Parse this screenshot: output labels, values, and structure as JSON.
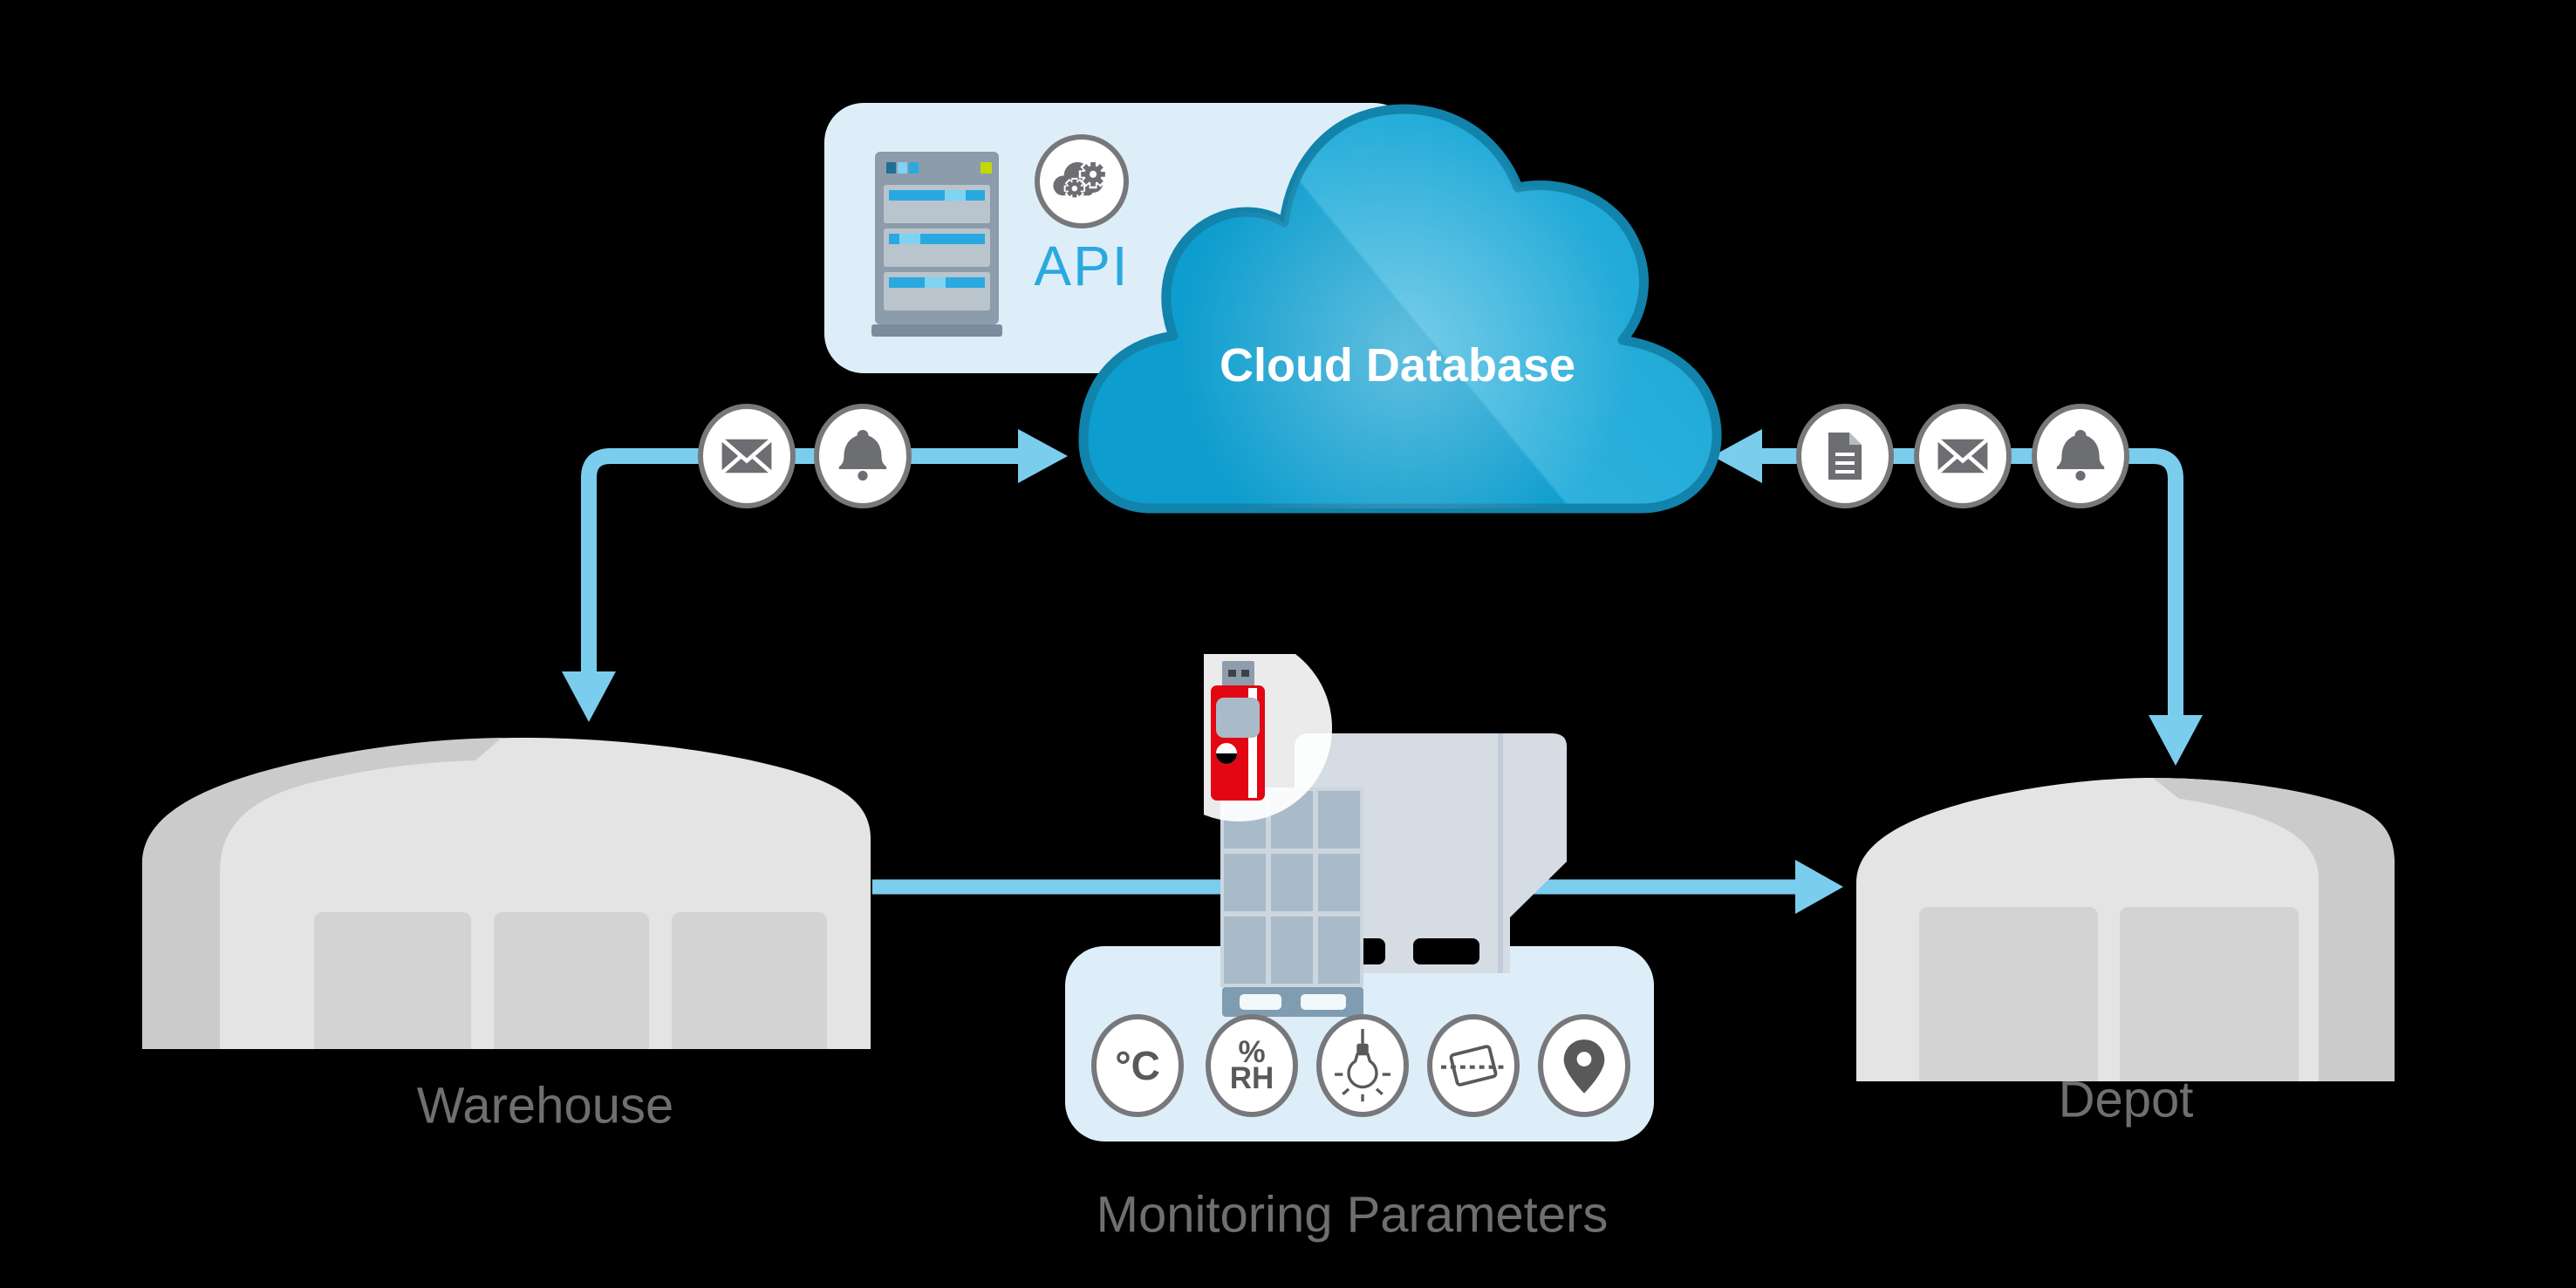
{
  "title": "Cloud database shipment monitoring diagram",
  "cloud": {
    "label": "Cloud Database"
  },
  "api_panel": {
    "label": "API",
    "icon": "cloud-gears-icon",
    "server_icon": "server-icon"
  },
  "warehouse": {
    "label": "Warehouse"
  },
  "depot": {
    "label": "Depot"
  },
  "monitoring": {
    "label": "Monitoring Parameters",
    "temperature_label": "°C",
    "humidity_percent": "%",
    "humidity_rh": "RH",
    "icons": [
      "temperature-icon",
      "humidity-icon",
      "light-icon",
      "tilt-icon",
      "location-pin-icon"
    ]
  },
  "warehouse_flow_icons": [
    "envelope-icon",
    "bell-icon"
  ],
  "depot_flow_icons": [
    "document-icon",
    "envelope-icon",
    "bell-icon"
  ],
  "logger": {
    "icon": "usb-data-logger-icon"
  },
  "colors": {
    "background": "#000000",
    "arrow": "#7bcdee",
    "cloud_fill": "#0d9dce",
    "cloud_fill_light": "#2eb1dc",
    "cloud_stroke": "#1283aa",
    "panel": "#ddeef9",
    "icon_gray": "#6d6e71",
    "label_gray": "#6e6f71",
    "building": "#e4e4e4",
    "building_shadow": "#cbcbcb",
    "door": "#d3d3d3",
    "logger_red": "#e30613",
    "accent_blue": "#2aa9e0",
    "box_gray": "#a9bac9",
    "pallet_base": "#7f9cb1"
  }
}
